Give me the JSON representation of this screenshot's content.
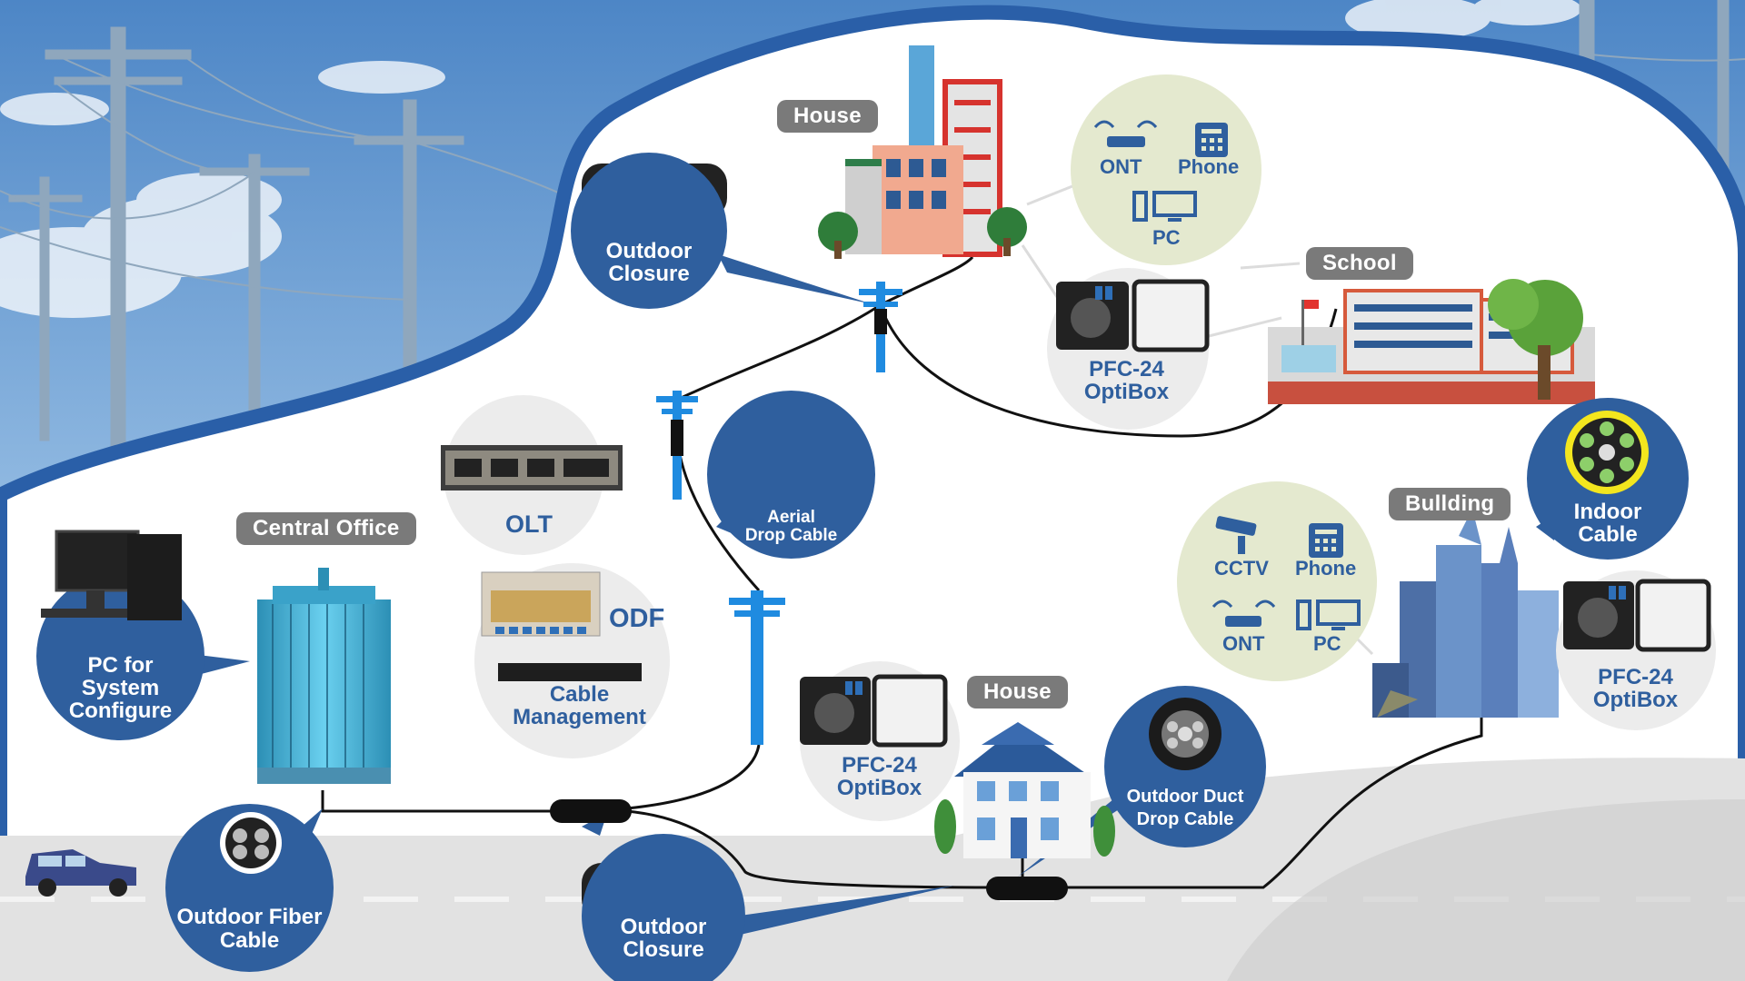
{
  "tags": {
    "house_top": "House",
    "school": "School",
    "central_office": "Central Office",
    "building": "Bullding",
    "house_bottom": "House"
  },
  "blue_bubbles": {
    "outdoor_closure_top": [
      "Outdoor",
      "Closure"
    ],
    "aerial_drop_cable": [
      "Aerial",
      "Drop Cable"
    ],
    "pc_system": [
      "PC for",
      "System",
      "Configure"
    ],
    "outdoor_fiber_cable": [
      "Outdoor Fiber",
      "Cable"
    ],
    "outdoor_closure_bottom": [
      "Outdoor",
      "Closure"
    ],
    "outdoor_duct_drop_cable": [
      "Outdoor Duct",
      "Drop Cable"
    ],
    "indoor_cable": [
      "Indoor",
      "Cable"
    ]
  },
  "equipment": {
    "olt": "OLT",
    "odf": "ODF",
    "cable_management": [
      "Cable",
      "Management"
    ],
    "pfc_top": [
      "PFC-24",
      "OptiBox"
    ],
    "pfc_bottom": [
      "PFC-24",
      "OptiBox"
    ],
    "pfc_building": [
      "PFC-24",
      "OptiBox"
    ]
  },
  "devices_house": {
    "ont": "ONT",
    "phone": "Phone",
    "pc": "PC"
  },
  "devices_building": {
    "cctv": "CCTV",
    "phone": "Phone",
    "ont": "ONT",
    "pc": "PC"
  },
  "colors": {
    "bubble_blue": "#2f5f9e",
    "pole_blue": "#1f8be0",
    "tag_grey": "#7a7a7a",
    "sky": "#6fa3d6",
    "road": "#dcdcdc"
  }
}
